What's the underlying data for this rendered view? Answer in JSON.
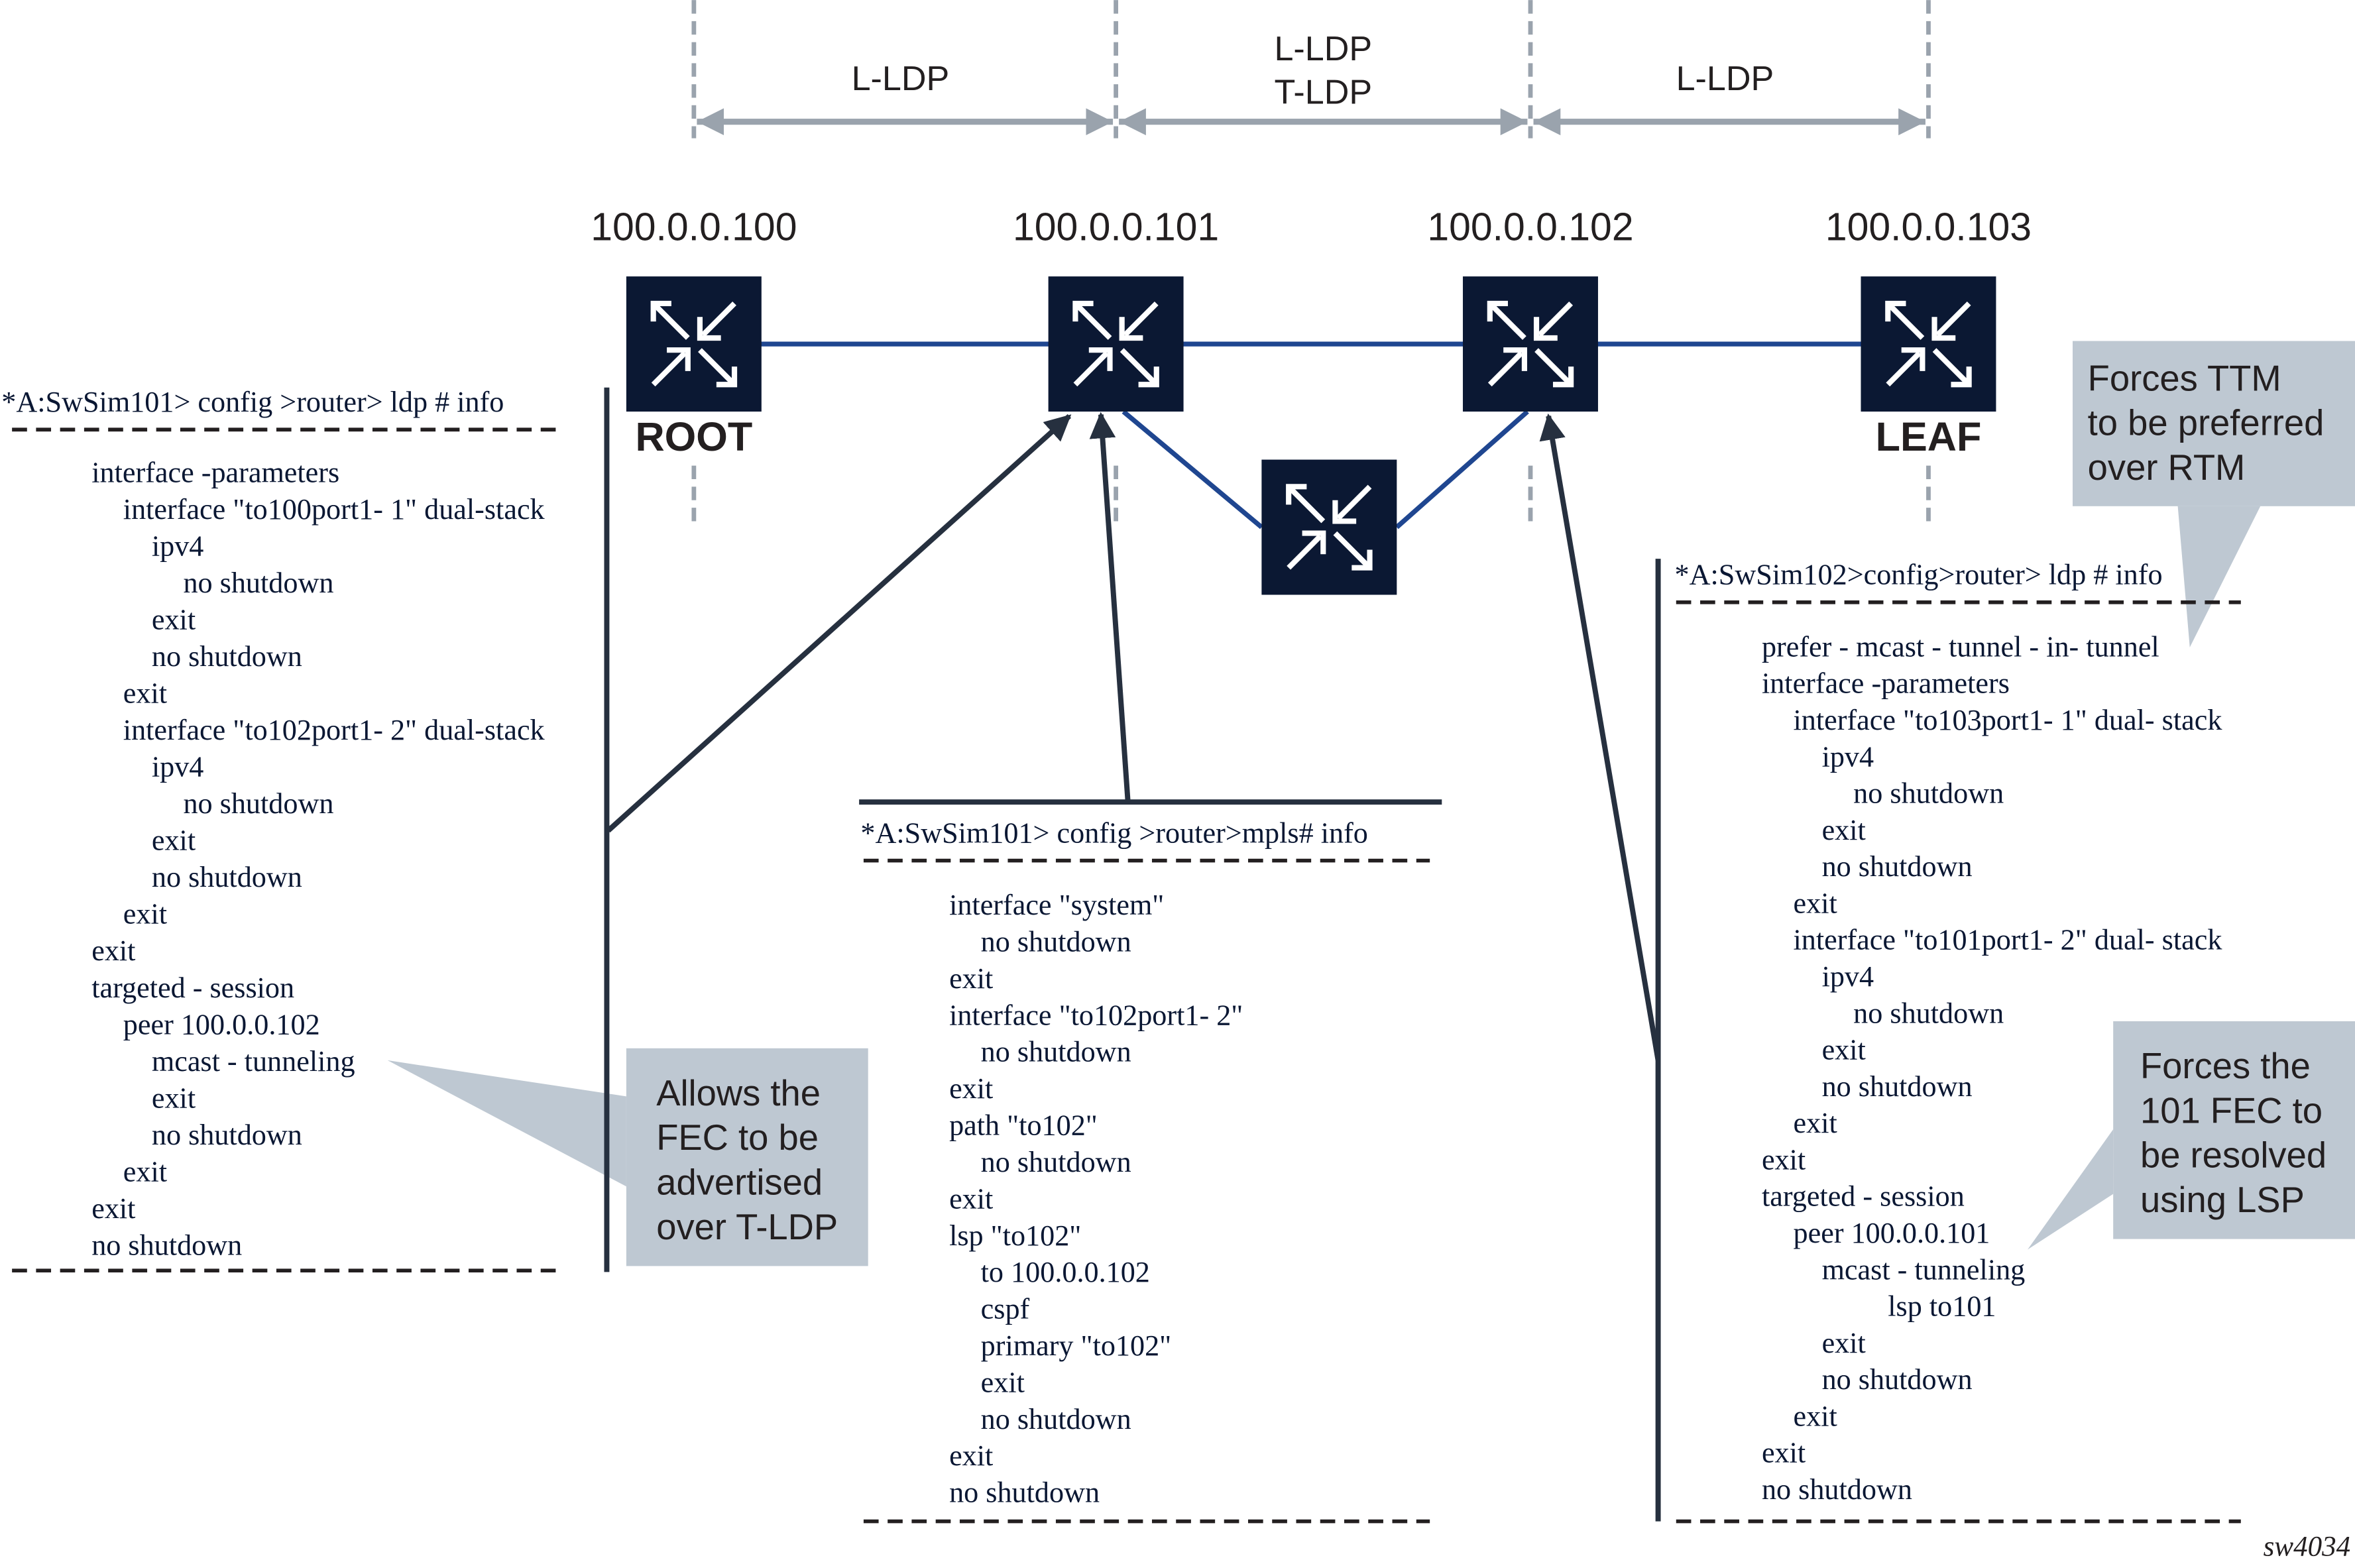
{
  "figure_id": "sw4034",
  "colors": {
    "router_fill": "#0b1833",
    "router_arrow": "#ffffff",
    "link": "#1f4690",
    "guide_dash": "#9aa3ad",
    "span_arrow": "#9aa3ad",
    "pointer": "#26303f",
    "callout_fill": "#bec8d2",
    "cli_text": "#0a1733",
    "label_text": "#231f20"
  },
  "nodes": [
    {
      "id": "n100",
      "ip": "100.0.0.100",
      "role": "ROOT"
    },
    {
      "id": "n101",
      "ip": "100.0.0.101",
      "role": ""
    },
    {
      "id": "n102",
      "ip": "100.0.0.102",
      "role": ""
    },
    {
      "id": "n103",
      "ip": "100.0.0.103",
      "role": "LEAF"
    },
    {
      "id": "nmid",
      "ip": "",
      "role": ""
    }
  ],
  "links": [
    {
      "from": "n100",
      "to": "n101"
    },
    {
      "from": "n101",
      "to": "n102"
    },
    {
      "from": "n102",
      "to": "n103"
    },
    {
      "from": "n101",
      "to": "nmid"
    },
    {
      "from": "nmid",
      "to": "n102"
    }
  ],
  "spans": [
    {
      "from": "n100",
      "to": "n101",
      "lines": [
        "L-LDP"
      ]
    },
    {
      "from": "n101",
      "to": "n102",
      "lines": [
        "L-LDP",
        "T-LDP"
      ]
    },
    {
      "from": "n102",
      "to": "n103",
      "lines": [
        "L-LDP"
      ]
    }
  ],
  "cli_blocks": [
    {
      "id": "ldp101",
      "prompt": "*A:SwSim101> config >router> ldp # info",
      "points_to": "n101",
      "lines": [
        {
          "indent": 1,
          "text": "interface -parameters"
        },
        {
          "indent": 2,
          "text": "interface \"to100port1- 1\" dual-stack"
        },
        {
          "indent": 3,
          "text": "ipv4"
        },
        {
          "indent": 4,
          "text": "no shutdown"
        },
        {
          "indent": 3,
          "text": "exit"
        },
        {
          "indent": 3,
          "text": "no shutdown"
        },
        {
          "indent": 2,
          "text": "exit"
        },
        {
          "indent": 2,
          "text": "interface \"to102port1- 2\" dual-stack"
        },
        {
          "indent": 3,
          "text": "ipv4"
        },
        {
          "indent": 4,
          "text": "no shutdown"
        },
        {
          "indent": 3,
          "text": "exit"
        },
        {
          "indent": 3,
          "text": "no shutdown"
        },
        {
          "indent": 2,
          "text": "exit"
        },
        {
          "indent": 1,
          "text": "exit"
        },
        {
          "indent": 1,
          "text": "targeted - session"
        },
        {
          "indent": 2,
          "text": "peer 100.0.0.102"
        },
        {
          "indent": 3,
          "text": "mcast - tunneling"
        },
        {
          "indent": 3,
          "text": "exit"
        },
        {
          "indent": 3,
          "text": "no shutdown"
        },
        {
          "indent": 2,
          "text": "exit"
        },
        {
          "indent": 1,
          "text": "exit"
        },
        {
          "indent": 1,
          "text": "no shutdown"
        }
      ]
    },
    {
      "id": "mpls101",
      "prompt": "*A:SwSim101> config >router>mpls# info",
      "points_to": "n101",
      "lines": [
        {
          "indent": 1,
          "text": "interface \"system\""
        },
        {
          "indent": 2,
          "text": "no shutdown"
        },
        {
          "indent": 1,
          "text": "exit"
        },
        {
          "indent": 1,
          "text": "interface \"to102port1- 2\""
        },
        {
          "indent": 2,
          "text": "no shutdown"
        },
        {
          "indent": 1,
          "text": "exit"
        },
        {
          "indent": 1,
          "text": "path \"to102\""
        },
        {
          "indent": 2,
          "text": "no shutdown"
        },
        {
          "indent": 1,
          "text": "exit"
        },
        {
          "indent": 1,
          "text": "lsp \"to102\""
        },
        {
          "indent": 2,
          "text": "to 100.0.0.102"
        },
        {
          "indent": 2,
          "text": "cspf"
        },
        {
          "indent": 2,
          "text": "primary \"to102\""
        },
        {
          "indent": 2,
          "text": "exit"
        },
        {
          "indent": 2,
          "text": "no shutdown"
        },
        {
          "indent": 1,
          "text": "exit"
        },
        {
          "indent": 1,
          "text": "no shutdown"
        }
      ]
    },
    {
      "id": "ldp102",
      "prompt": "*A:SwSim102>config>router> ldp # info",
      "points_to": "n102",
      "lines": [
        {
          "indent": 1,
          "text": "prefer - mcast - tunnel - in- tunnel"
        },
        {
          "indent": 1,
          "text": "interface -parameters"
        },
        {
          "indent": 2,
          "text": "interface \"to103port1- 1\" dual- stack"
        },
        {
          "indent": 3,
          "text": "ipv4"
        },
        {
          "indent": 4,
          "text": "no shutdown"
        },
        {
          "indent": 3,
          "text": "exit"
        },
        {
          "indent": 3,
          "text": "no shutdown"
        },
        {
          "indent": 2,
          "text": "exit"
        },
        {
          "indent": 2,
          "text": "interface \"to101port1- 2\" dual- stack"
        },
        {
          "indent": 3,
          "text": "ipv4"
        },
        {
          "indent": 4,
          "text": "no shutdown"
        },
        {
          "indent": 3,
          "text": "exit"
        },
        {
          "indent": 3,
          "text": "no shutdown"
        },
        {
          "indent": 2,
          "text": "exit"
        },
        {
          "indent": 1,
          "text": "exit"
        },
        {
          "indent": 1,
          "text": "targeted - session"
        },
        {
          "indent": 2,
          "text": "peer 100.0.0.101"
        },
        {
          "indent": 3,
          "text": "mcast - tunneling"
        },
        {
          "indent": 5,
          "text": "lsp to101"
        },
        {
          "indent": 3,
          "text": "exit"
        },
        {
          "indent": 3,
          "text": "no shutdown"
        },
        {
          "indent": 2,
          "text": "exit"
        },
        {
          "indent": 1,
          "text": "exit"
        },
        {
          "indent": 1,
          "text": "no shutdown"
        }
      ]
    }
  ],
  "callouts": [
    {
      "id": "c1",
      "lines": [
        "Allows the",
        "FEC to be",
        "advertised",
        "over T-LDP"
      ],
      "target": "ldp101: mcast - tunneling"
    },
    {
      "id": "c2",
      "lines": [
        "Forces TTM",
        "to be preferred",
        "over RTM"
      ],
      "target": "ldp102: prefer - mcast - tunnel - in- tunnel"
    },
    {
      "id": "c3",
      "lines": [
        "Forces the",
        "101 FEC to",
        "be resolved",
        "using LSP"
      ],
      "target": "ldp102: peer 100.0.0.101"
    }
  ]
}
